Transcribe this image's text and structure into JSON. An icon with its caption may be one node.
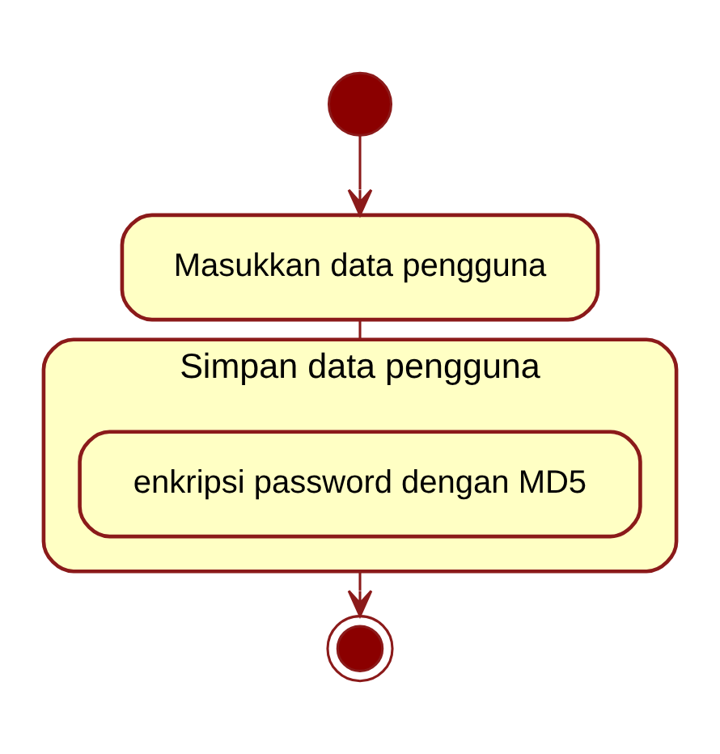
{
  "diagram": {
    "nodes": [
      {
        "text": [],
        "shape": "circle"
      },
      {
        "text": [
          "Masukkan data pengguna"
        ]
      },
      {
        "text": [
          "Simpan data pengguna"
        ]
      },
      {
        "text": [
          "enkripsi password dengan MD5"
        ],
        "in": 2
      },
      {
        "text": [],
        "shape": "endcircle"
      }
    ],
    "edges": [
      {
        "from": 0,
        "to": 1,
        "arrow": "to"
      },
      {
        "from": 1,
        "to": 2,
        "arrow": "none"
      },
      {
        "from": 2,
        "to": 4,
        "arrow": "to"
      }
    ]
  }
}
